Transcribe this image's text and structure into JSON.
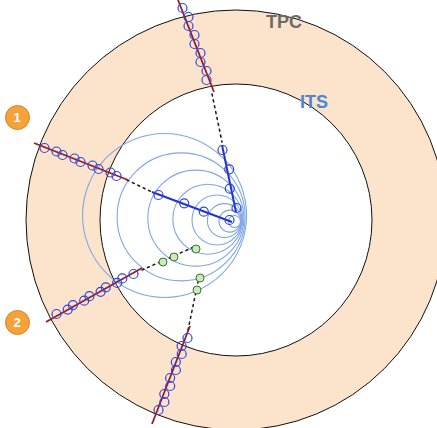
{
  "diagram": {
    "nodes": [
      {
        "text": [
          "1"
        ]
      },
      {
        "text": [
          "2"
        ]
      }
    ],
    "labels": [
      "TPC",
      "ITS"
    ]
  }
}
